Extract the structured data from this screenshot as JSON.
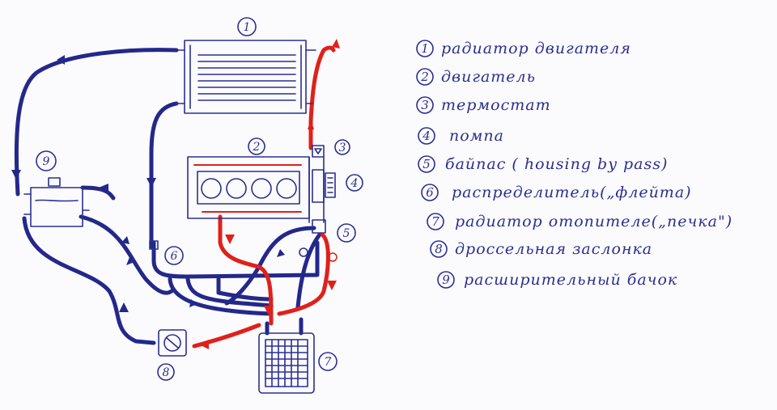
{
  "diagram": {
    "components": [
      {
        "number": "1",
        "name": "радиатор двигателя",
        "icon": "radiator-icon"
      },
      {
        "number": "2",
        "name": "двигатель",
        "icon": "engine-block-icon"
      },
      {
        "number": "3",
        "name": "термостат",
        "icon": "thermostat-icon"
      },
      {
        "number": "4",
        "name": "помпа",
        "icon": "pump-icon"
      },
      {
        "number": "5",
        "name": "байпас ( housing by pass)",
        "icon": "bypass-icon"
      },
      {
        "number": "6",
        "name": "распределитель(„флейта)",
        "icon": "distributor-icon"
      },
      {
        "number": "7",
        "name": "радиатор отопителе(„печка\")",
        "icon": "heater-core-icon"
      },
      {
        "number": "8",
        "name": "дроссельная заслонка",
        "icon": "throttle-body-icon"
      },
      {
        "number": "9",
        "name": "расширительный бачок",
        "icon": "expansion-tank-icon"
      }
    ],
    "colors": {
      "cold_line": "#23288a",
      "hot_line": "#e0201a",
      "ink": "#2b2f8f"
    }
  }
}
